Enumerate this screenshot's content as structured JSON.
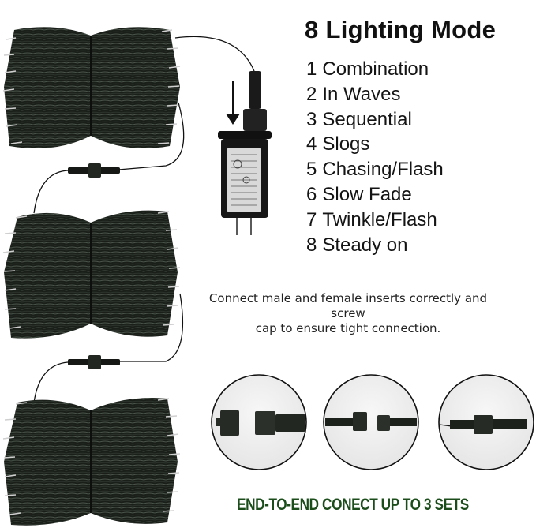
{
  "heading": {
    "title": "8 Lighting Mode"
  },
  "modes": [
    {
      "number": "1",
      "label": "Combination"
    },
    {
      "number": "2",
      "label": "In Waves"
    },
    {
      "number": "3",
      "label": "Sequential"
    },
    {
      "number": "4",
      "label": "Slogs"
    },
    {
      "number": "5",
      "label": "Chasing/Flash"
    },
    {
      "number": "6",
      "label": "Slow Fade"
    },
    {
      "number": "7",
      "label": "Twinkle/Flash"
    },
    {
      "number": "8",
      "label": "Steady on"
    }
  ],
  "instruction": {
    "line1": "Connect male and female inserts correctly and screw",
    "line2": "cap to ensure tight connection."
  },
  "footer": {
    "text": "END-TO-END CONECT UP TO 3 SETS"
  },
  "images": {
    "light_bundles": [
      "string-light-bundle-1",
      "string-light-bundle-2",
      "string-light-bundle-3"
    ],
    "adapter": "power-adapter",
    "arrow": "down-arrow",
    "connector_steps": [
      "connector-separated",
      "connector-aligned",
      "connector-joined"
    ]
  },
  "colors": {
    "title": "#111111",
    "text": "#141414",
    "footer": "#1b4d1b",
    "wire": "#1c211c",
    "circle_border": "#111111",
    "circle_bg": "#f2f2f2"
  }
}
